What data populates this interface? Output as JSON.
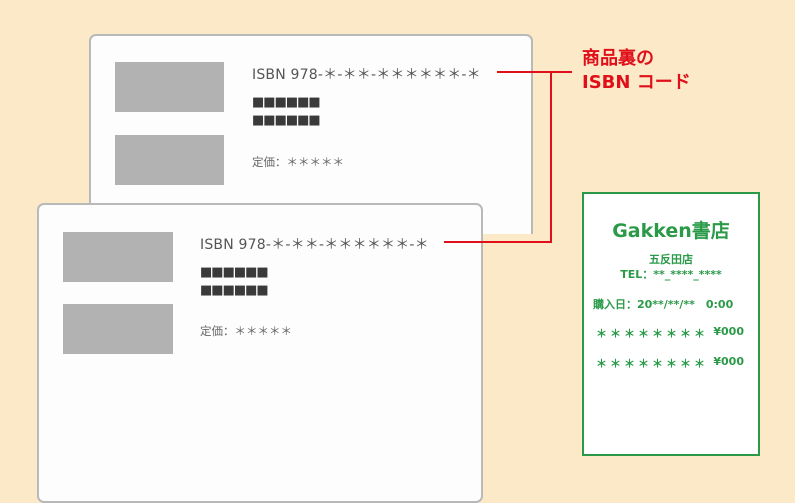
{
  "back_card": {
    "isbn": "ISBN 978-＊-＊＊-＊＊＊＊＊＊-＊",
    "code_line1": "■■■■■■",
    "code_line2": "■■■■■■",
    "price": "定価：＊＊＊＊＊"
  },
  "front_card": {
    "isbn": "ISBN 978-＊-＊＊-＊＊＊＊＊＊-＊",
    "code_line1": "■■■■■■",
    "code_line2": "■■■■■■",
    "price": "定価：＊＊＊＊＊"
  },
  "callout": {
    "line1": "商品裏の",
    "line2": "ISBN コード",
    "color": "#e0101a"
  },
  "receipt": {
    "shop_name": "Gakken書店",
    "branch": "五反田店",
    "tel": "TEL：**_****_****",
    "purchase_date": "購入日：20**/**/**　0:00",
    "items": [
      {
        "name": "＊＊＊＊＊＊＊＊",
        "price": "¥000"
      },
      {
        "name": "＊＊＊＊＊＊＊＊",
        "price": "¥000"
      }
    ],
    "color": "#2a9a48"
  },
  "colors": {
    "background": "#fbe9c8",
    "card_border": "#b9b9b9",
    "placeholder": "#b2b2b2"
  }
}
